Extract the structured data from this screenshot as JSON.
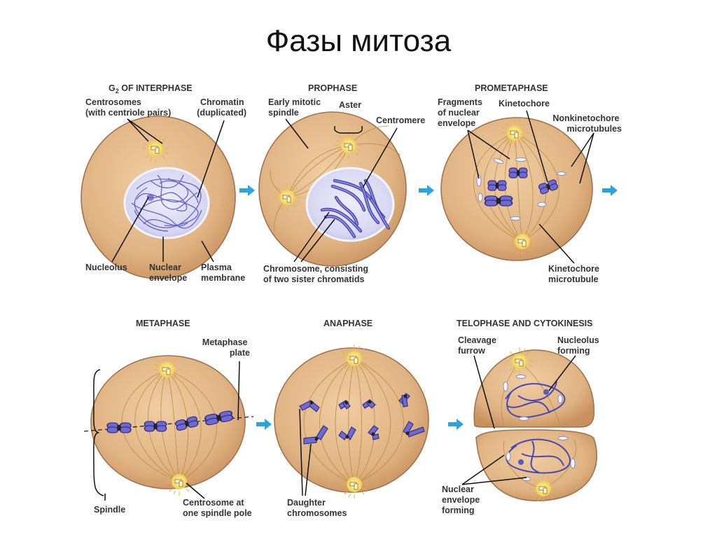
{
  "title": "Фазы митоза",
  "colors": {
    "cell_fill": "#e2b888",
    "cell_edge": "#a07350",
    "chromosome": "#5b57c2",
    "nucleus": "#dcdcf4",
    "arrow": "#2ba3df",
    "centrosome": "#f2d04a"
  },
  "phases": {
    "g2": {
      "title_main": "G",
      "title_sub": "2",
      "title_rest": " OF INTERPHASE",
      "labels": {
        "centrosomes_l1": "Centrosomes",
        "centrosomes_l2": "(with centriole pairs)",
        "chromatin_l1": "Chromatin",
        "chromatin_l2": "(duplicated)",
        "nucleolus": "Nucleolus",
        "nuclear_envelope_l1": "Nuclear",
        "nuclear_envelope_l2": "envelope",
        "plasma_membrane_l1": "Plasma",
        "plasma_membrane_l2": "membrane"
      }
    },
    "prophase": {
      "title": "PROPHASE",
      "labels": {
        "spindle_l1": "Early mitotic",
        "spindle_l2": "spindle",
        "aster": "Aster",
        "centromere": "Centromere",
        "chromosome_l1": "Chromosome, consisting",
        "chromosome_l2": "of two sister chromatids"
      }
    },
    "prometaphase": {
      "title": "PROMETAPHASE",
      "labels": {
        "fragments_l1": "Fragments",
        "fragments_l2": "of nuclear",
        "fragments_l3": "envelope",
        "kinetochore": "Kinetochore",
        "nonkinetochore_l1": "Nonkinetochore",
        "nonkinetochore_l2": "microtubules",
        "kinetochore_mt_l1": "Kinetochore",
        "kinetochore_mt_l2": "microtubule"
      }
    },
    "metaphase": {
      "title": "METAPHASE",
      "labels": {
        "plate_l1": "Metaphase",
        "plate_l2": "plate",
        "spindle": "Spindle",
        "centrosome_l1": "Centrosome at",
        "centrosome_l2": "one spindle pole"
      }
    },
    "anaphase": {
      "title": "ANAPHASE",
      "labels": {
        "daughter_l1": "Daughter",
        "daughter_l2": "chromosomes"
      }
    },
    "telophase": {
      "title": "TELOPHASE AND CYTOKINESIS",
      "labels": {
        "cleavage_l1": "Cleavage",
        "cleavage_l2": "furrow",
        "nucleolus_l1": "Nucleolus",
        "nucleolus_l2": "forming",
        "envelope_l1": "Nuclear",
        "envelope_l2": "envelope",
        "envelope_l3": "forming"
      }
    }
  }
}
